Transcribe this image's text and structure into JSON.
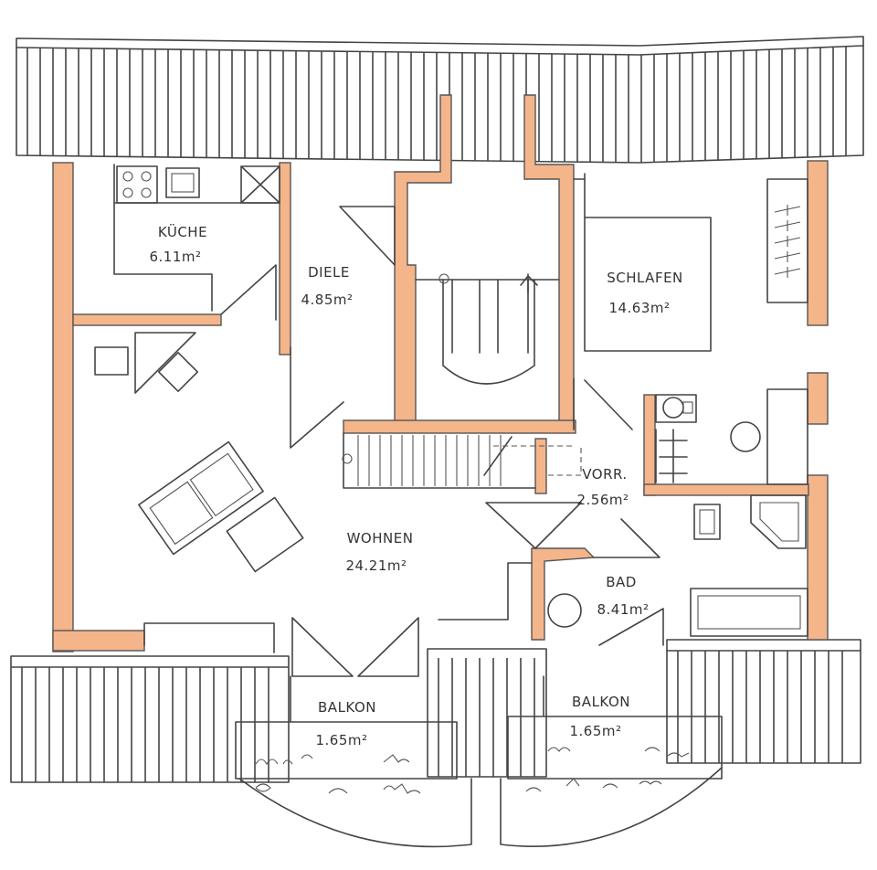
{
  "colors": {
    "wall_fill": "#f4b58a",
    "line": "#444444",
    "background": "#ffffff"
  },
  "rooms": [
    {
      "id": "kueche",
      "name": "KÜCHE",
      "area": "6.11"
    },
    {
      "id": "diele",
      "name": "DIELE",
      "area": "4.85"
    },
    {
      "id": "schlafen",
      "name": "SCHLAFEN",
      "area": "14.63"
    },
    {
      "id": "vorr",
      "name": "VORR.",
      "area": "2.56"
    },
    {
      "id": "wohnen",
      "name": "WOHNEN",
      "area": "24.21"
    },
    {
      "id": "bad",
      "name": "BAD",
      "area": "8.41"
    },
    {
      "id": "balkon-left",
      "name": "BALKON",
      "area": "1.65"
    },
    {
      "id": "balkon-right",
      "name": "BALKON",
      "area": "1.65"
    }
  ],
  "area_unit_mark": "m²",
  "icons": [
    "stove-icon",
    "sink-icon",
    "washing-machine-icon",
    "toilet-icon",
    "bathtub-icon",
    "shower-icon",
    "sofa-icon",
    "table-icon",
    "bed-icon",
    "wardrobe-icon",
    "stair-arrow-icon",
    "plant-icon"
  ]
}
